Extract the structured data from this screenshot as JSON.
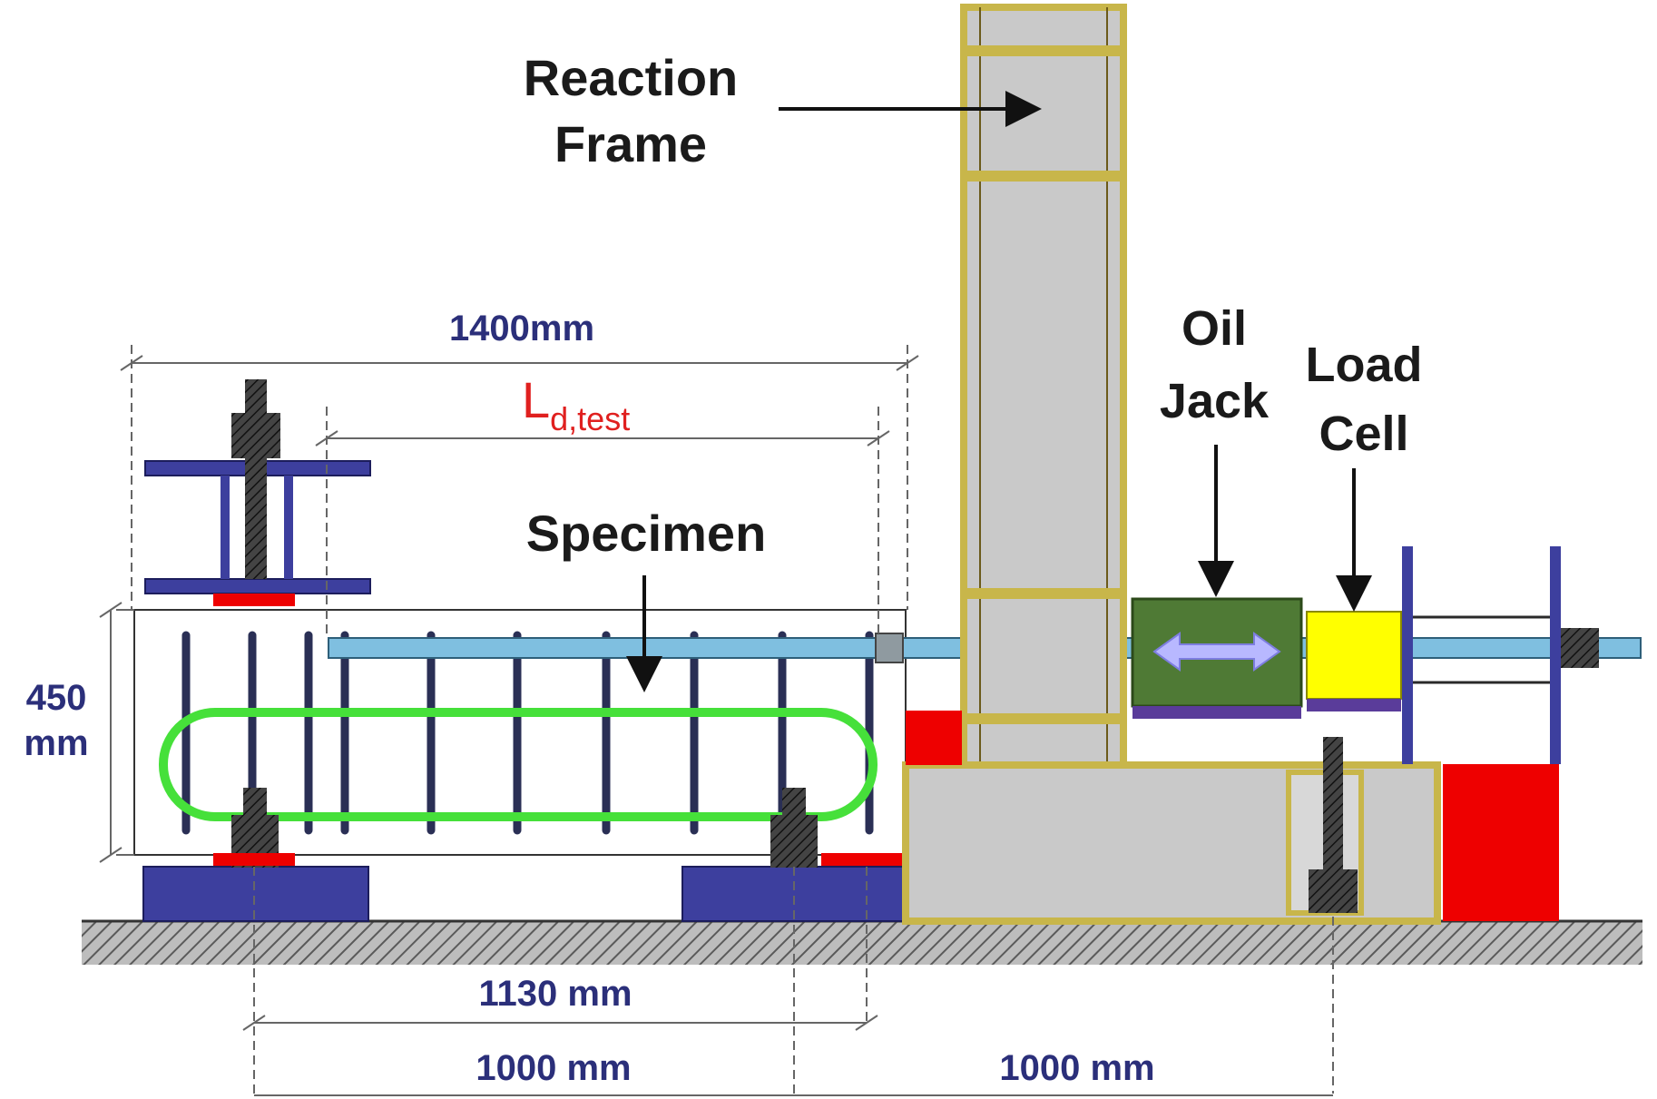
{
  "labels": {
    "reaction_frame_1": "Reaction",
    "reaction_frame_2": "Frame",
    "specimen": "Specimen",
    "oil_jack_1": "Oil",
    "oil_jack_2": "Jack",
    "load_cell_1": "Load",
    "load_cell_2": "Cell"
  },
  "dimensions": {
    "overall_length": "1400mm",
    "ld_main": "L",
    "ld_sub": "d,test",
    "height_1": "450",
    "height_2": "mm",
    "support_span": "1130 mm",
    "span_left": "1000 mm",
    "span_right": "1000 mm"
  },
  "colors": {
    "frame_fill": "#c9c9c9",
    "frame_edge": "#c8b64a",
    "steel_blue": "#3d3f9e",
    "bar_blue": "#7fbfe0",
    "stirrup": "#2a2f55",
    "hoop_green": "#46e03a",
    "jack_green": "#4f7a35",
    "load_cell_yellow": "#ffff00",
    "red_block": "#ee0000",
    "dim_line": "#555555"
  }
}
